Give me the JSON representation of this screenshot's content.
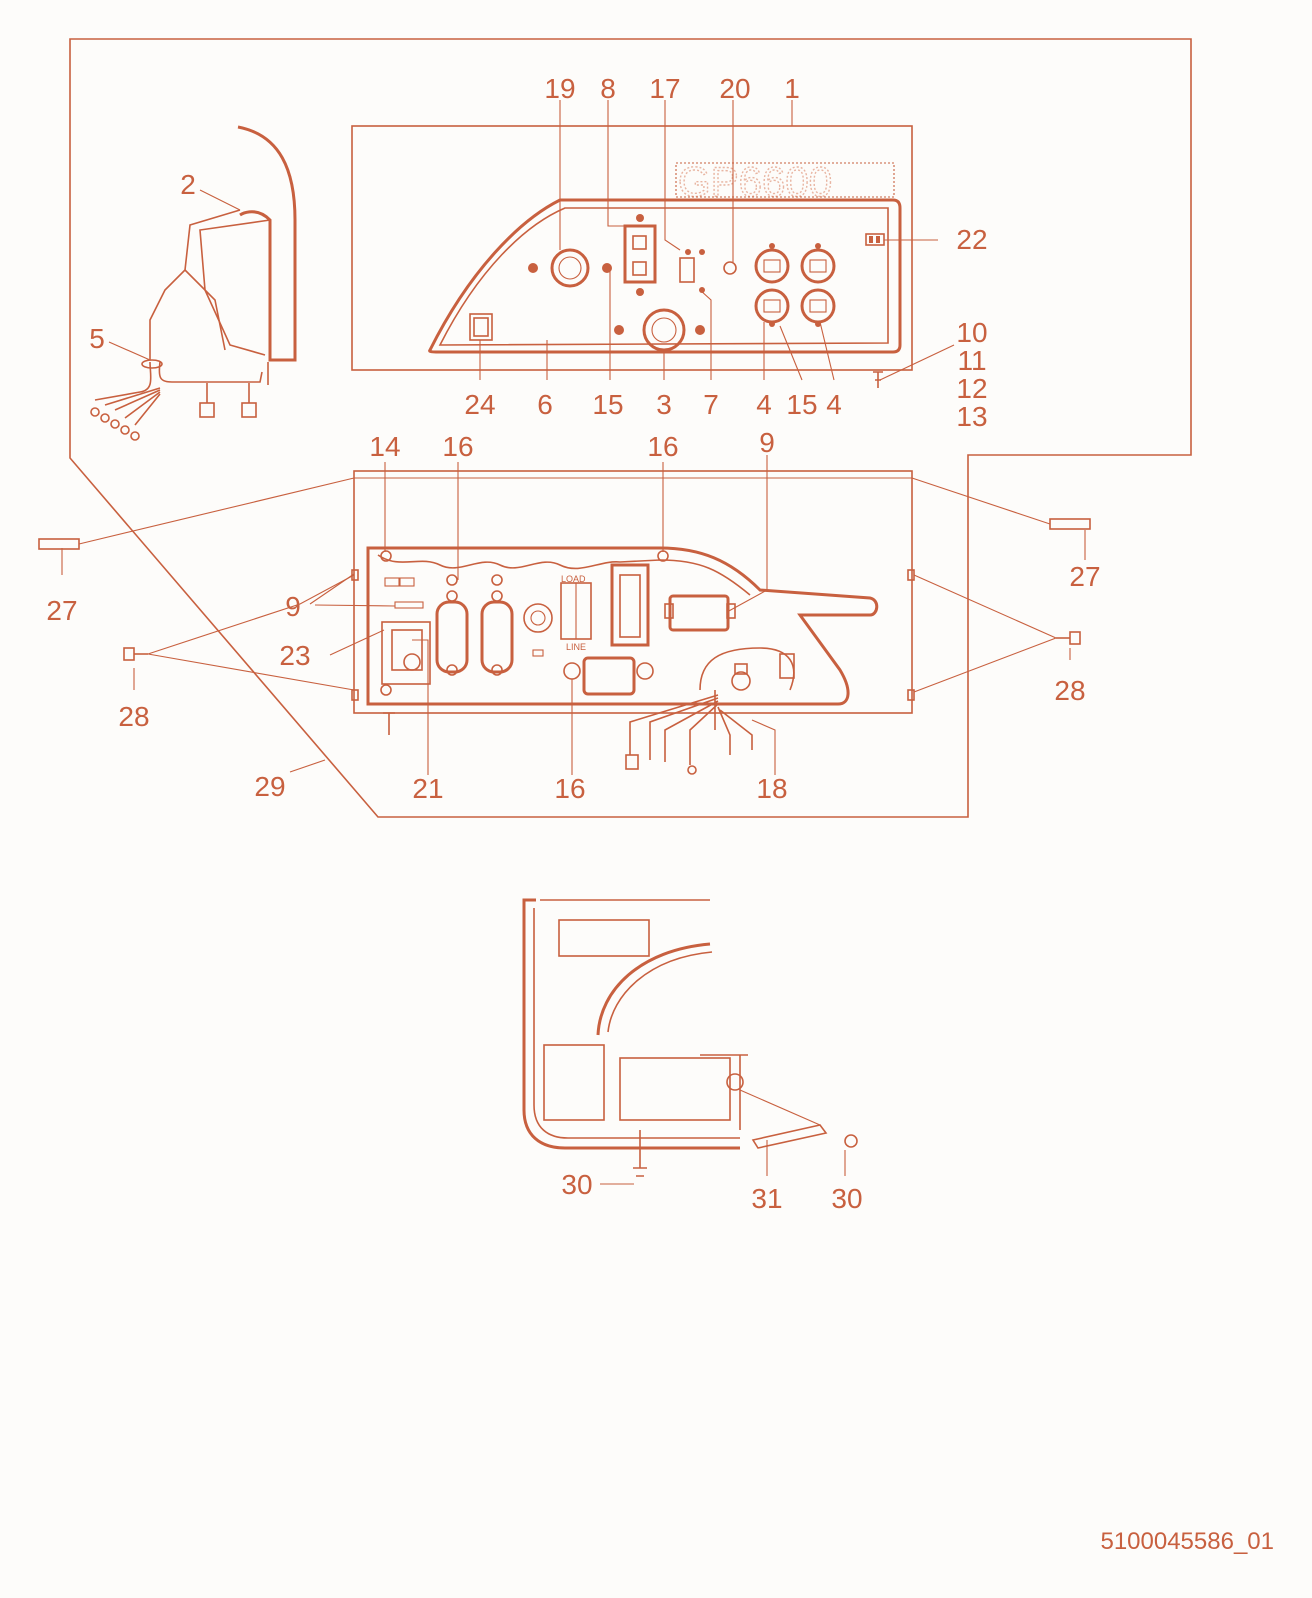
{
  "diagram": {
    "logo_text": "GP6600",
    "document_id": "5100045586_01",
    "callouts": [
      "1",
      "2",
      "3",
      "4",
      "5",
      "6",
      "7",
      "8",
      "9",
      "10",
      "11",
      "12",
      "13",
      "14",
      "15",
      "16",
      "17",
      "18",
      "19",
      "20",
      "21",
      "22",
      "23",
      "24",
      "27",
      "28",
      "29",
      "30",
      "31"
    ],
    "panel_labels": {
      "load": "LOAD",
      "line": "LINE"
    }
  }
}
